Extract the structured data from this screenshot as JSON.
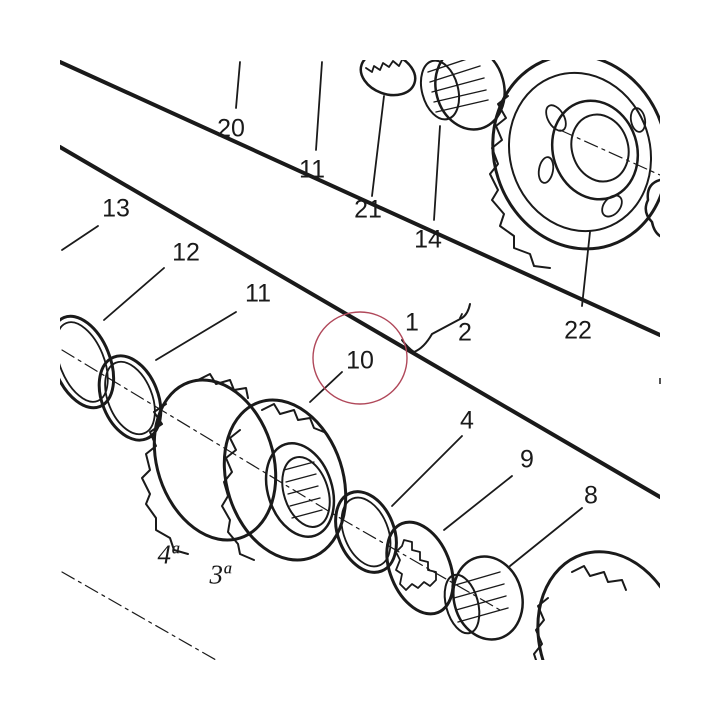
{
  "diagram": {
    "callouts": {
      "c20": "20",
      "c11_top": "11",
      "c21": "21",
      "c14": "14",
      "c22": "22",
      "c13": "13",
      "c12": "12",
      "c11_mid": "11",
      "c1": "1",
      "c2": "2",
      "c10": "10",
      "c4": "4",
      "c9": "9",
      "c8": "8"
    },
    "gear_tags": {
      "fourth": "4ª",
      "third": "3ª"
    },
    "colors": {
      "ink": "#1a1a1a",
      "highlight_circle": "#b0485a"
    }
  }
}
